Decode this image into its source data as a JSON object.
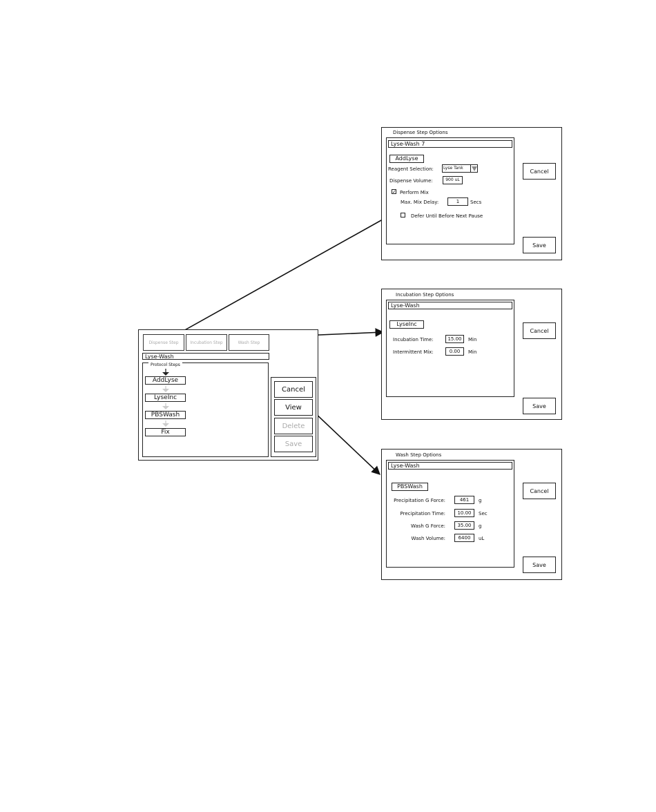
{
  "main_dialog": {
    "tabs": [
      {
        "label": "Dispense Step"
      },
      {
        "label": "Incubation Step"
      },
      {
        "label": "Wash Step"
      }
    ],
    "protocol_name": "Lyse-Wash",
    "protocol_steps_legend": "Protocol Steps",
    "steps": [
      {
        "label": "AddLyse"
      },
      {
        "label": "LyseInc"
      },
      {
        "label": "PBSWash"
      },
      {
        "label": "Fix"
      }
    ],
    "buttons": {
      "cancel": "Cancel",
      "view": "View",
      "delete": "Delete",
      "save": "Save"
    }
  },
  "dispense_dialog": {
    "legend": "Dispense Step Options",
    "protocol_name": "Lyse-Wash 7",
    "step_name": "AddLyse",
    "reagent_label": "Reagent Selection:",
    "reagent_value": "Lyse Tank",
    "volume_label": "Dispense Volume:",
    "volume_value": "900 uL",
    "perform_mix_label": "Perform Mix",
    "perform_mix_checked": "✓",
    "max_mix_delay_label": "Max. Mix Delay:",
    "max_mix_delay_value": "1",
    "max_mix_delay_unit": "Secs",
    "defer_label": "Defer Until Before Next Pause",
    "buttons": {
      "cancel": "Cancel",
      "save": "Save"
    }
  },
  "incubation_dialog": {
    "legend": "Incubation Step Options",
    "protocol_name": "Lyse-Wash",
    "step_name": "LyseInc",
    "time_label": "Incubation Time:",
    "time_value": "15.00",
    "time_unit": "Min",
    "mix_label": "Intermittent Mix:",
    "mix_value": "0.00",
    "mix_unit": "Min",
    "buttons": {
      "cancel": "Cancel",
      "save": "Save"
    }
  },
  "wash_dialog": {
    "legend": "Wash Step Options",
    "protocol_name": "Lyse-Wash",
    "step_name": "PBSWash",
    "fields": [
      {
        "label": "Precipitation G Force:",
        "value": "461",
        "unit": "g"
      },
      {
        "label": "Precipitation Time:",
        "value": "10.00",
        "unit": "Sec"
      },
      {
        "label": "Wash G Force:",
        "value": "35.00",
        "unit": "g"
      },
      {
        "label": "Wash Volume:",
        "value": "6400",
        "unit": "uL"
      }
    ],
    "buttons": {
      "cancel": "Cancel",
      "save": "Save"
    }
  }
}
